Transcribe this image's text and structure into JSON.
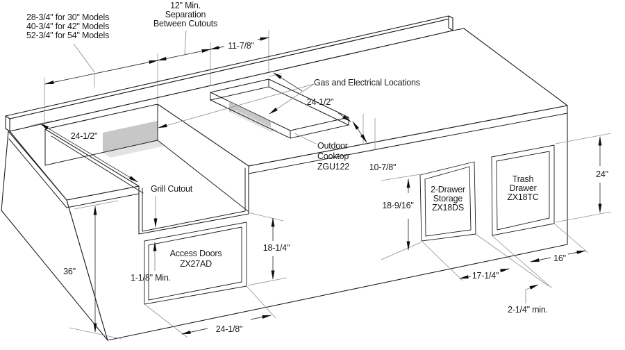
{
  "labels": {
    "models": [
      "28-3/4\" for 30\" Models",
      "40-3/4\" for 42\" Models",
      "52-3/4\" for 54\" Models"
    ],
    "separation": [
      "12\" Min.",
      "Separation",
      "Between Cutouts"
    ],
    "gas_electrical": "Gas and Electrical Locations",
    "grill_cutout": "Grill Cutout",
    "outdoor_cooktop": [
      "Outdoor",
      "Cooktop",
      "ZGU122"
    ],
    "access_doors": [
      "Access Doors",
      "ZX27AD"
    ],
    "drawer_storage": [
      "2-Drawer",
      "Storage",
      "ZX18DS"
    ],
    "trash_drawer": [
      "Trash",
      "Drawer",
      "ZX18TC"
    ]
  },
  "dimensions": {
    "cooktop_cutout_width": "11-7/8\"",
    "grill_cutout_depth": "24-1/2\"",
    "cooktop_cutout_depth": "24-1/2\"",
    "cooktop_front_clearance": "10-7/8\"",
    "storage_opening_height": "18-9/16\"",
    "right_opening_height": "24\"",
    "access_opening_height": "18-1/4\"",
    "island_front_height": "36\"",
    "access_opening_width": "24-1/8\"",
    "storage_opening_width": "17-1/4\"",
    "trash_opening_width": "16\"",
    "front_rail_min": "1-1/8\" Min.",
    "opening_gap_min": "2-1/4\" min."
  },
  "colors": {
    "object_line": "#1f1f1f",
    "dimension_line": "#3a3a3a",
    "extension_line": "#8f8f8f",
    "shade": "#c7c7c7",
    "shade_light": "#e3e3e3",
    "background": "#ffffff",
    "text": "#1a1a1a"
  }
}
